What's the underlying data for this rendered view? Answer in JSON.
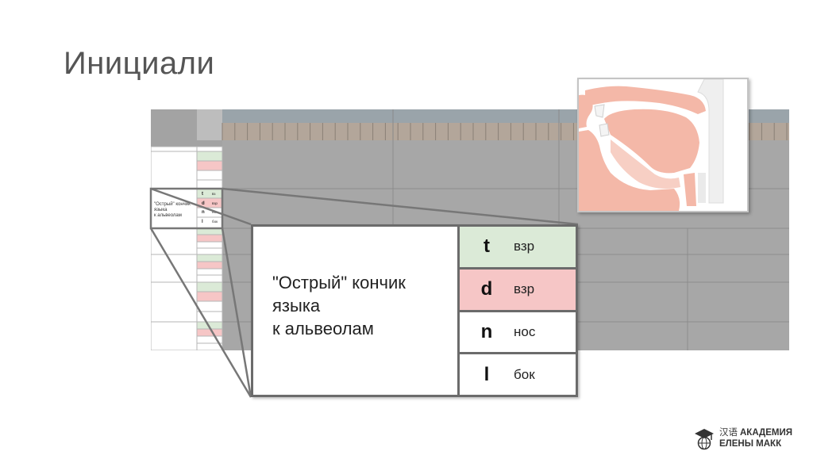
{
  "slide": {
    "title": "Инициали"
  },
  "mini_table": {
    "desc": [
      "\"Острый\" кончик",
      "языка",
      "к альвеолам"
    ],
    "rows": [
      {
        "letter": "t",
        "kind": "вз"
      },
      {
        "letter": "d",
        "kind": "взр"
      },
      {
        "letter": "n",
        "kind": "нос"
      },
      {
        "letter": "l",
        "kind": "бок"
      }
    ]
  },
  "callout": {
    "desc_lines": [
      "\"Острый\" кончик",
      "языка",
      "к альвеолам"
    ],
    "rows": [
      {
        "letter": "t",
        "kind": "взр",
        "color": "green"
      },
      {
        "letter": "d",
        "kind": "взр",
        "color": "red"
      },
      {
        "letter": "n",
        "kind": "нос",
        "color": "white"
      },
      {
        "letter": "l",
        "kind": "бок",
        "color": "white"
      }
    ]
  },
  "logo": {
    "cn": "汉语",
    "line1": "АКАДЕМИЯ",
    "line2": "ЕЛЕНЫ МАКК"
  },
  "colors": {
    "green": "#dbead7",
    "red": "#f6c6c6",
    "grid": "#a7a7a7"
  }
}
